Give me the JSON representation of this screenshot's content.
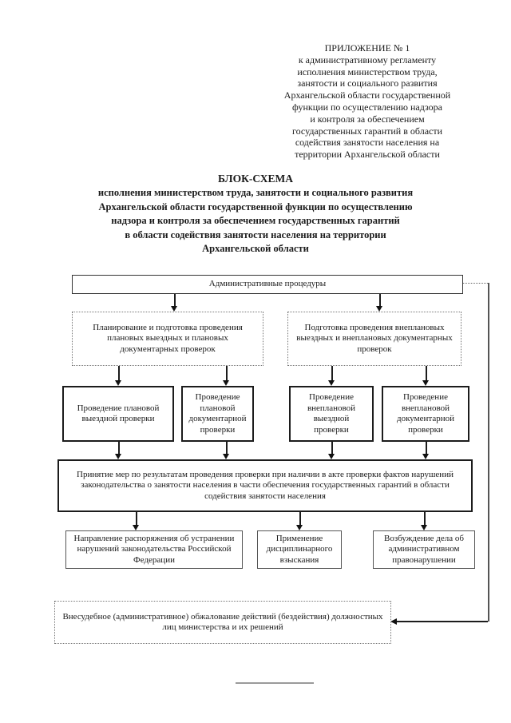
{
  "page": {
    "header_note": "ПРИЛОЖЕНИЕ № 1\nк административному регламенту\nисполнения министерством труда,\nзанятости и социального развития\nАрхангельской области государственной\nфункции по осуществлению надзора\nи контроля за обеспечением\nгосударственных гарантий в области\nсодействия занятости населения на\nтерритории Архангельской области",
    "title": "БЛОК-СХЕМА",
    "subtitle": "исполнения министерством труда, занятости и социального развития\nАрхангельской области государственной функции по осуществлению\nнадзора и контроля за обеспечением государственных гарантий\nв области содействия занятости населения на территории\nАрхангельской области"
  },
  "flowchart": {
    "admin_procedures": "Административные процедуры",
    "planned_prep": "Планирование и подготовка проведения плановых выездных и плановых документарных проверок",
    "unplanned_prep": "Подготовка проведения внеплановых выездных и внеплановых документарных проверок",
    "planned_onsite": "Проведение плановой выездной проверки",
    "planned_documentary": "Проведение плановой документарной проверки",
    "unplanned_onsite": "Проведение внеплановой выездной проверки",
    "unplanned_documentary": "Проведение внеплановой документарной проверки",
    "measures": "Принятие мер по результатам проведения проверки при наличии в акте проверки фактов нарушений законодательства о занятости населения в части обеспечения государственных гарантий в области содействия занятости населения",
    "order": "Направление распоряжения об устранении нарушений законодательства Российской Федерации",
    "disciplinary": "Применение дисциплинарного взыскания",
    "administrative_case": "Возбуждение дела об административном правонарушении",
    "appeal": "Внесудебное (административное) обжалование действий (бездействия) должностных лиц министерства и их решений"
  },
  "colors": {
    "ink": "#1a1a1a",
    "dotted_border": "#777777",
    "background": "#ffffff"
  }
}
